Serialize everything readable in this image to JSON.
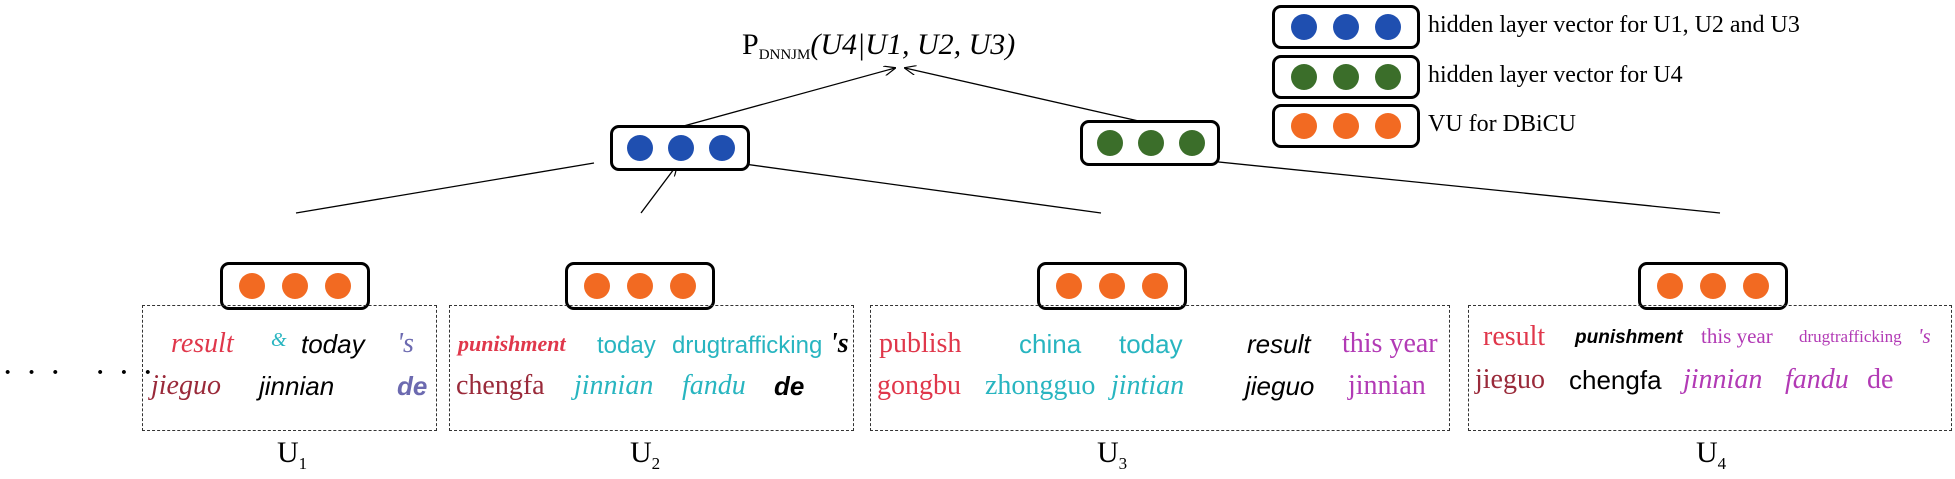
{
  "colors": {
    "blue": "#1f4fb0",
    "green": "#3b6e2a",
    "orange": "#f26a22",
    "red": "#e0374b",
    "teal": "#28b5c0",
    "purple": "#b23ab5",
    "slate": "#6c6ab0",
    "dark_red": "#9a2a3a",
    "black": "#000000"
  },
  "title": {
    "prefix": "P",
    "subscript": "DNNJM",
    "expression": "(U4|U1, U2, U3)"
  },
  "legend": [
    {
      "dot_color": "blue",
      "text": "hidden layer vector for U1, U2 and U3"
    },
    {
      "dot_color": "green",
      "text": "hidden layer vector for U4"
    },
    {
      "dot_color": "orange",
      "text": "VU for DBiCU"
    }
  ],
  "ellipsis": "· · ·   · · ·",
  "utterances": [
    {
      "label": "U",
      "label_sub": "1",
      "top_words": [
        "result",
        "&",
        "today",
        "'s"
      ],
      "bottom_words": [
        "jieguo",
        "jinnian",
        "de"
      ]
    },
    {
      "label": "U",
      "label_sub": "2",
      "top_words": [
        "punishment",
        "today",
        "drugtrafficking",
        "'s"
      ],
      "bottom_words": [
        "chengfa",
        "jinnian",
        "fandu",
        "de"
      ]
    },
    {
      "label": "U",
      "label_sub": "3",
      "top_words": [
        "publish",
        "china",
        "today",
        "result",
        "this year"
      ],
      "bottom_words": [
        "gongbu",
        "zhongguo",
        "jintian",
        "jieguo",
        "jinnian"
      ]
    },
    {
      "label": "U",
      "label_sub": "4",
      "top_words": [
        "result",
        "punishment",
        "this year",
        "drugtrafficking",
        "'s"
      ],
      "bottom_words": [
        "jieguo",
        "chengfa",
        "jinnian",
        "fandu",
        "de"
      ]
    }
  ]
}
